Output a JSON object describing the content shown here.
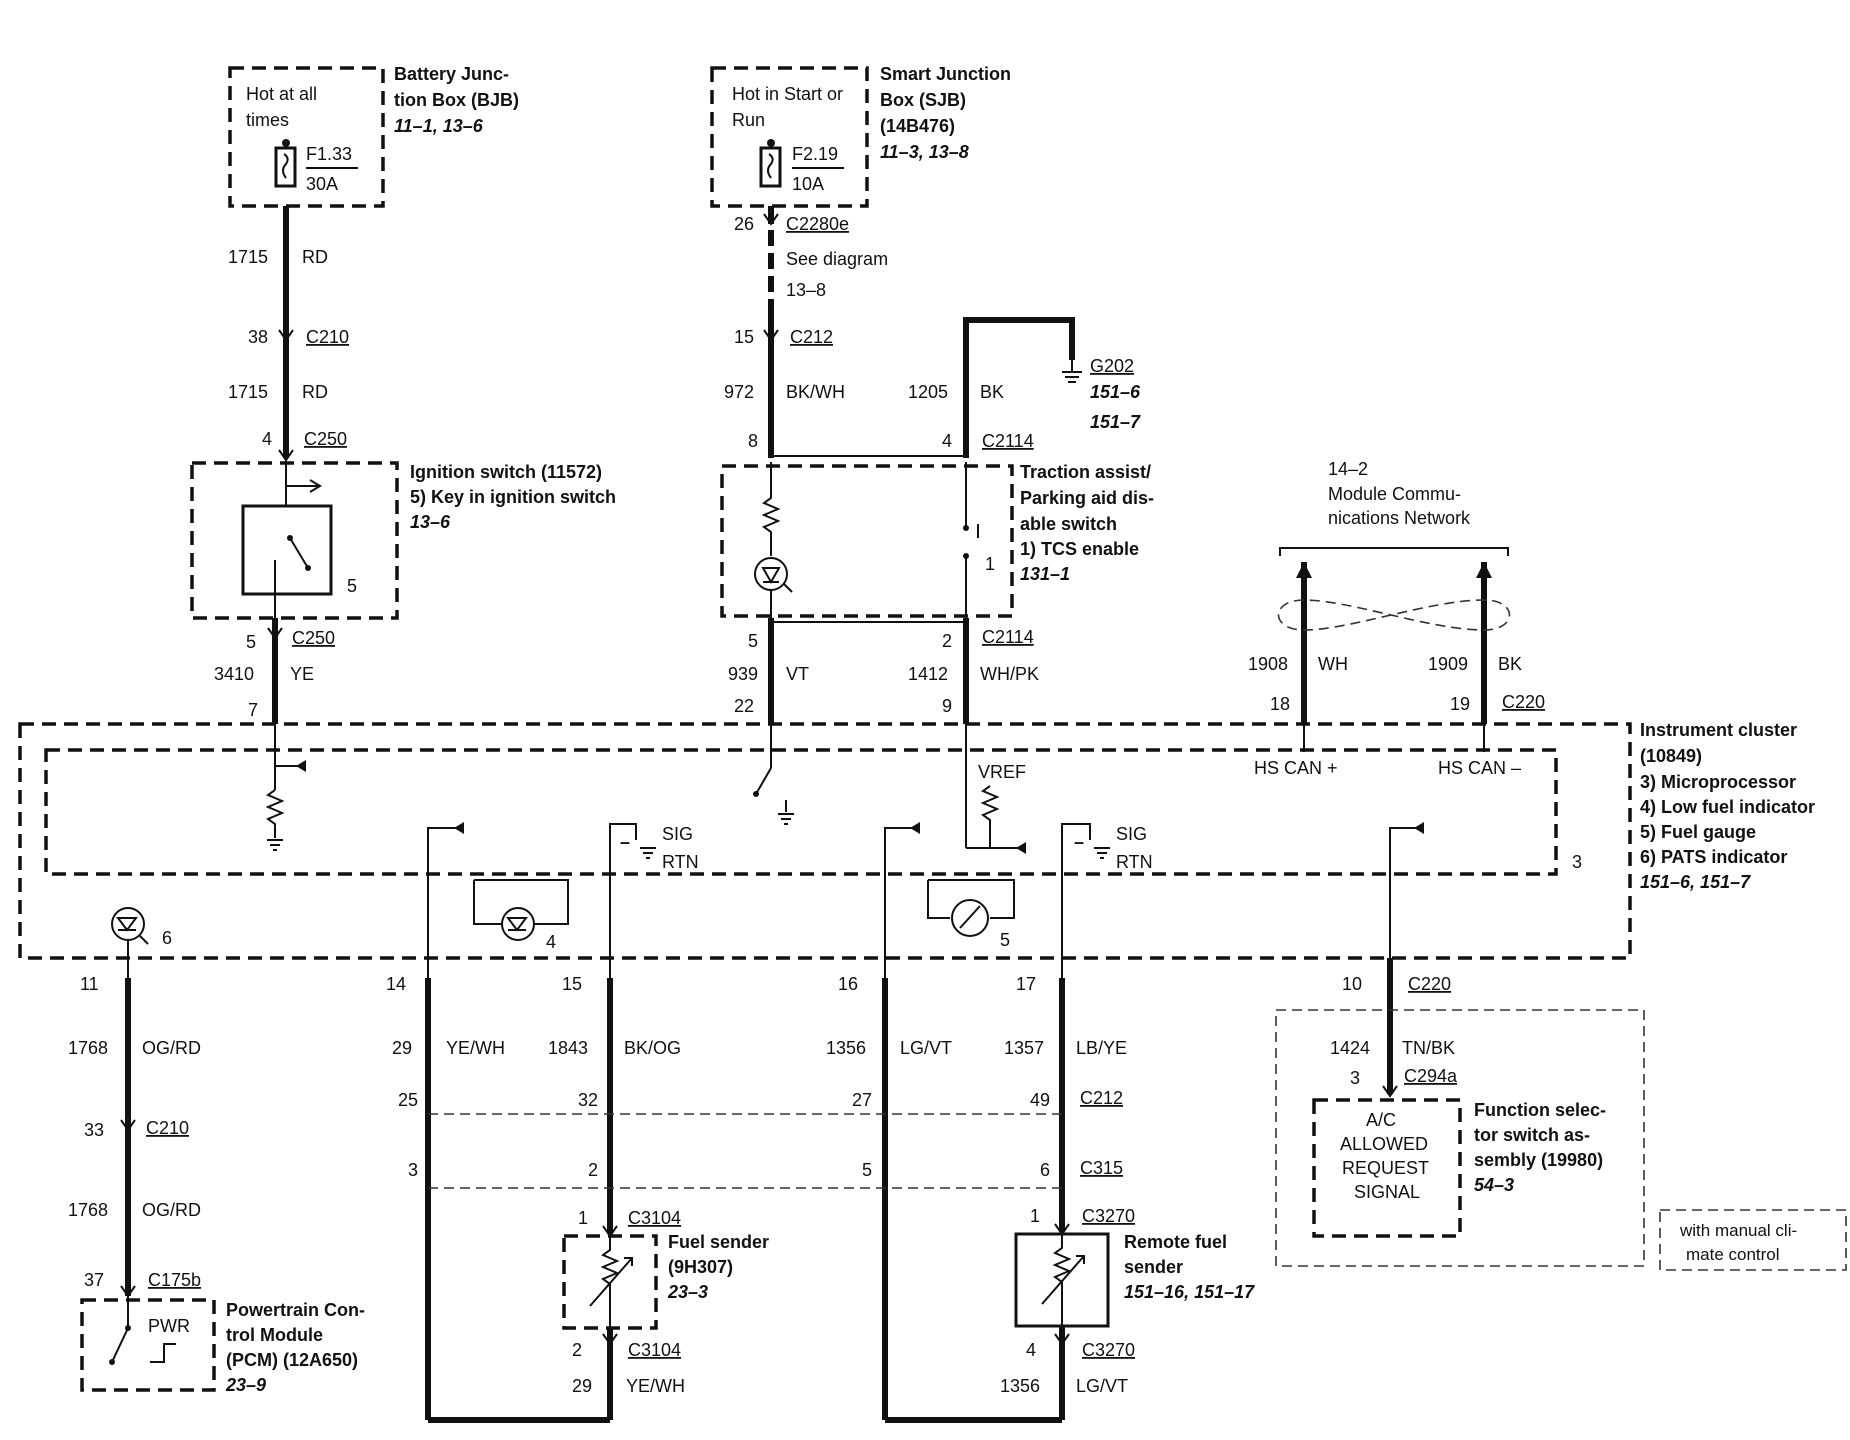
{
  "bjb": {
    "l1": "Hot at all",
    "l2": "times",
    "fuse": "F1.33",
    "amp": "30A",
    "n1": "Battery Junc-",
    "n2": "tion Box (BJB)",
    "ref": "11–1, 13–6"
  },
  "sjb": {
    "l1": "Hot in Start or",
    "l2": "Run",
    "fuse": "F2.19",
    "amp": "10A",
    "n1": "Smart Junction",
    "n2": "Box (SJB)",
    "n3": "(14B476)",
    "ref": "11–3, 13–8"
  },
  "left_wire": {
    "w1": "1715",
    "c1": "RD",
    "p38": "38",
    "c210": "C210",
    "w2": "1715",
    "c2": "RD",
    "p4": "4",
    "c250": "C250"
  },
  "ign": {
    "n1": "Ignition switch (11572)",
    "n2": "5)    Key in ignition switch",
    "ref": "13–6",
    "num": "5",
    "p5": "5",
    "c250": "C250",
    "w": "3410",
    "c": "YE",
    "p7": "7"
  },
  "mid_wire": {
    "p26": "26",
    "c2280e": "C2280e",
    "see1": "See diagram",
    "see2": "13–8",
    "p15": "15",
    "c212": "C212",
    "w972": "972",
    "cbkwh": "BK/WH",
    "p8": "8",
    "w1205": "1205",
    "cbk": "BK",
    "p4": "4",
    "c2114": "C2114"
  },
  "g202": {
    "id": "G202",
    "r1": "151–6",
    "r2": "151–7"
  },
  "traction": {
    "n1": "Traction assist/",
    "n2": "Parking aid dis-",
    "n3": "able switch",
    "n4": "1)    TCS enable",
    "ref": "131–1",
    "num": "1",
    "p5": "5",
    "p2": "2",
    "c2114": "C2114",
    "w939": "939",
    "cvt": "VT",
    "w1412": "1412",
    "cwhpk": "WH/PK",
    "p22": "22",
    "p9": "9"
  },
  "can": {
    "r": "14–2",
    "n1": "Module Commu-",
    "n2": "nications Network",
    "w1908": "1908",
    "cwh": "WH",
    "w1909": "1909",
    "cbk": "BK",
    "p18": "18",
    "p19": "19",
    "c220": "C220",
    "plus": "HS CAN +",
    "minus": "HS CAN –"
  },
  "cluster": {
    "n1": "Instrument cluster",
    "n2": "(10849)",
    "n3": "3)    Microprocessor",
    "n4": "4)    Low fuel indicator",
    "n5": "5)    Fuel gauge",
    "n6": "6)    PATS indicator",
    "ref": "151–6, 151–7",
    "num3": "3",
    "num4": "4",
    "num5": "5",
    "num6": "6",
    "vref": "VREF",
    "sig1": "SIG",
    "rtn1": "RTN",
    "sig2": "SIG",
    "rtn2": "RTN",
    "minus1": "–",
    "minus2": "–"
  },
  "bottom": {
    "p11": "11",
    "p14": "14",
    "p15": "15",
    "p16": "16",
    "p17": "17",
    "p10": "10",
    "c220": "C220",
    "w1768a": "1768",
    "cogrd_a": "OG/RD",
    "p33": "33",
    "c210": "C210",
    "w1768b": "1768",
    "cogrd_b": "OG/RD",
    "p37": "37",
    "c175b": "C175b",
    "w29": "29",
    "cyewh": "YE/WH",
    "w1843": "1843",
    "cbkog": "BK/OG",
    "w1356": "1356",
    "clgvt": "LG/VT",
    "w1357": "1357",
    "clbye": "LB/YE",
    "w1424": "1424",
    "ctnbk": "TN/BK",
    "p25": "25",
    "p32": "32",
    "p27": "27",
    "p49": "49",
    "c212": "C212",
    "p3a": "3",
    "p2a": "2",
    "p5a": "5",
    "p6a": "6",
    "c315": "C315",
    "p3b": "3",
    "c294a": "C294a"
  },
  "pcm": {
    "pwr": "PWR",
    "n1": "Powertrain Con-",
    "n2": "trol Module",
    "n3": "(PCM) (12A650)",
    "ref": "23–9"
  },
  "fuel": {
    "p1": "1",
    "c3104a": "C3104",
    "n1": "Fuel sender",
    "n2": "(9H307)",
    "ref": "23–3",
    "p2": "2",
    "c3104b": "C3104",
    "w29": "29",
    "cyewh": "YE/WH"
  },
  "remote": {
    "p1": "1",
    "c3270a": "C3270",
    "n1": "Remote fuel",
    "n2": "sender",
    "ref": "151–16, 151–17",
    "p4": "4",
    "c3270b": "C3270",
    "w1356": "1356",
    "clgvt": "LG/VT"
  },
  "func": {
    "s1": "A/C",
    "s2": "ALLOWED",
    "s3": "REQUEST",
    "s4": "SIGNAL",
    "n1": "Function selec-",
    "n2": "tor switch as-",
    "n3": "sembly (19980)",
    "ref": "54–3",
    "m1": "with manual cli-",
    "m2": "mate control"
  }
}
